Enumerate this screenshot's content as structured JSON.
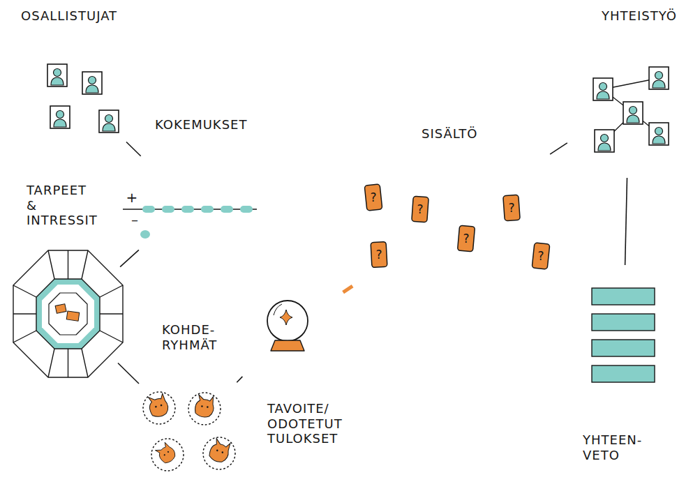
{
  "diagram": {
    "nodes": [
      {
        "text": [
          "OSALLISTUJAT"
        ]
      },
      {
        "text": [
          "KOKEMUKSET"
        ]
      },
      {
        "text": [
          "TARPEET & INTRESSIT"
        ]
      },
      {
        "text": [
          "KOHDE- RYHMÄT"
        ]
      },
      {
        "text": [
          "TAVOITE/ ODOTETUT TULOKSET"
        ]
      },
      {
        "text": [
          "SISÄLTÖ"
        ]
      },
      {
        "text": [
          "YHTEISTYÖ"
        ]
      },
      {
        "text": [
          "YHTEEN- VETO"
        ]
      }
    ],
    "edges": [
      {
        "from": 0,
        "to": 1,
        "arrow": "none"
      },
      {
        "from": 1,
        "to": 2,
        "arrow": "none"
      },
      {
        "from": 2,
        "to": 3,
        "arrow": "none"
      },
      {
        "from": 3,
        "to": 4,
        "arrow": "none"
      },
      {
        "from": 4,
        "to": 5,
        "arrow": "none"
      },
      {
        "from": 5,
        "to": 6,
        "arrow": "none"
      },
      {
        "from": 6,
        "to": 7,
        "arrow": "none"
      }
    ],
    "labels": [
      "+",
      "–",
      "?",
      "?",
      "?",
      "?",
      "?",
      "?"
    ]
  }
}
